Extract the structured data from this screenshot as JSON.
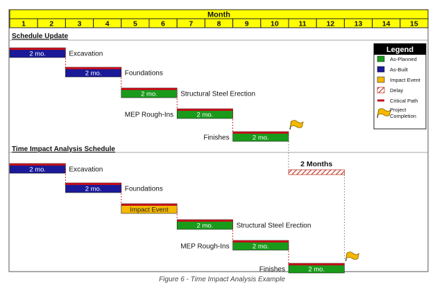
{
  "month_header": "Month",
  "months": [
    "1",
    "2",
    "3",
    "4",
    "5",
    "6",
    "7",
    "8",
    "9",
    "10",
    "11",
    "12",
    "13",
    "14",
    "15"
  ],
  "sections": [
    {
      "title": "Schedule Update",
      "rows": [
        {
          "label": "Excavation",
          "label_side": "right",
          "start": 1,
          "duration": 2,
          "type": "as-built",
          "bar_text": "2 mo."
        },
        {
          "label": "Foundations",
          "label_side": "right",
          "start": 3,
          "duration": 2,
          "type": "as-built",
          "bar_text": "2 mo."
        },
        {
          "label": "Structural Steel Erection",
          "label_side": "right",
          "start": 5,
          "duration": 2,
          "type": "as-planned",
          "bar_text": "2 mo."
        },
        {
          "label": "MEP Rough-Ins",
          "label_side": "left",
          "start": 7,
          "duration": 2,
          "type": "as-planned",
          "bar_text": "2 mo."
        },
        {
          "label": "Finishes",
          "label_side": "left",
          "start": 9,
          "duration": 2,
          "type": "as-planned",
          "bar_text": "2 mo."
        }
      ],
      "completion_month": 11
    },
    {
      "title": "Time Impact Analysis Schedule",
      "rows": [
        {
          "label": "Excavation",
          "label_side": "right",
          "start": 1,
          "duration": 2,
          "type": "as-built",
          "bar_text": "2 mo."
        },
        {
          "label": "Foundations",
          "label_side": "right",
          "start": 3,
          "duration": 2,
          "type": "as-built",
          "bar_text": "2 mo."
        },
        {
          "label": "",
          "label_side": "right",
          "start": 5,
          "duration": 2,
          "type": "impact",
          "bar_text": "Impact Event"
        },
        {
          "label": "Structural Steel Erection",
          "label_side": "right",
          "start": 7,
          "duration": 2,
          "type": "as-planned",
          "bar_text": "2 mo."
        },
        {
          "label": "MEP Rough-Ins",
          "label_side": "left",
          "start": 9,
          "duration": 2,
          "type": "as-planned",
          "bar_text": "2 mo."
        },
        {
          "label": "Finishes",
          "label_side": "left",
          "start": 11,
          "duration": 2,
          "type": "as-planned",
          "bar_text": "2 mo."
        }
      ],
      "completion_month": 13
    }
  ],
  "delay": {
    "label": "2 Months",
    "start": 11,
    "duration": 2
  },
  "legend": {
    "title": "Legend",
    "items": [
      {
        "name": "as-planned",
        "label": "As-Planned",
        "color": "#1a9a1a"
      },
      {
        "name": "as-built",
        "label": "As-Built",
        "color": "#1a1a99"
      },
      {
        "name": "impact",
        "label": "Impact Event",
        "color": "#f5b800"
      },
      {
        "name": "delay",
        "label": "Delay",
        "color": "#c0392b"
      },
      {
        "name": "critical",
        "label": "Critical Path",
        "color": "#c0101a"
      },
      {
        "name": "completion",
        "label": "Project Completion",
        "color": "#f5b800"
      }
    ]
  },
  "colors": {
    "header_fill": "#ffff00",
    "as_planned": "#1a9a1a",
    "as_built": "#1a1a99",
    "impact": "#f5b800",
    "critical": "#c0101a",
    "delay": "#c0392b",
    "flag": "#f5b800"
  },
  "caption": "Figure 6 - Time Impact Analysis Example"
}
